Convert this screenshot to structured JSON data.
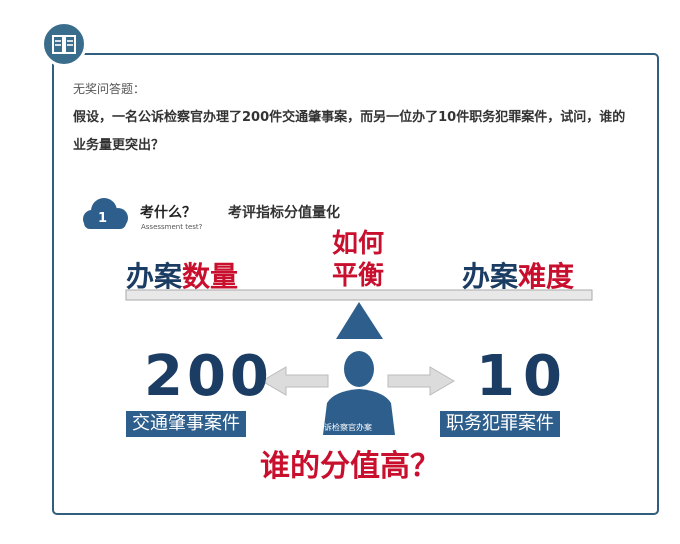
{
  "post": {
    "intro": "无奖问答题：",
    "question": "假设，一名公诉检察官办理了200件交通肇事案，而另一位办了10件职务犯罪案件，试问，谁的业务量更突出？"
  },
  "infographic": {
    "step_number": "1",
    "header_title": "考什么？",
    "header_subtitle": "Assessment test?",
    "header_topic": "考评指标分值量化",
    "balance_line1": "如何",
    "balance_line2": "平衡",
    "left_title_a": "办案",
    "left_title_b": "数量",
    "right_title_a": "办案",
    "right_title_b": "难度",
    "left_number": "200",
    "right_number": "10",
    "left_caption": "交通肇事案件",
    "right_caption": "职务犯罪案件",
    "person_label": "公诉检察官办案",
    "bottom_question": "谁的分值高？",
    "colors": {
      "navy": "#1c3d63",
      "red": "#c8102e",
      "blue_box": "#2e5f8c",
      "badge": "#3a6d8c",
      "frame": "#2f5f7c"
    }
  }
}
